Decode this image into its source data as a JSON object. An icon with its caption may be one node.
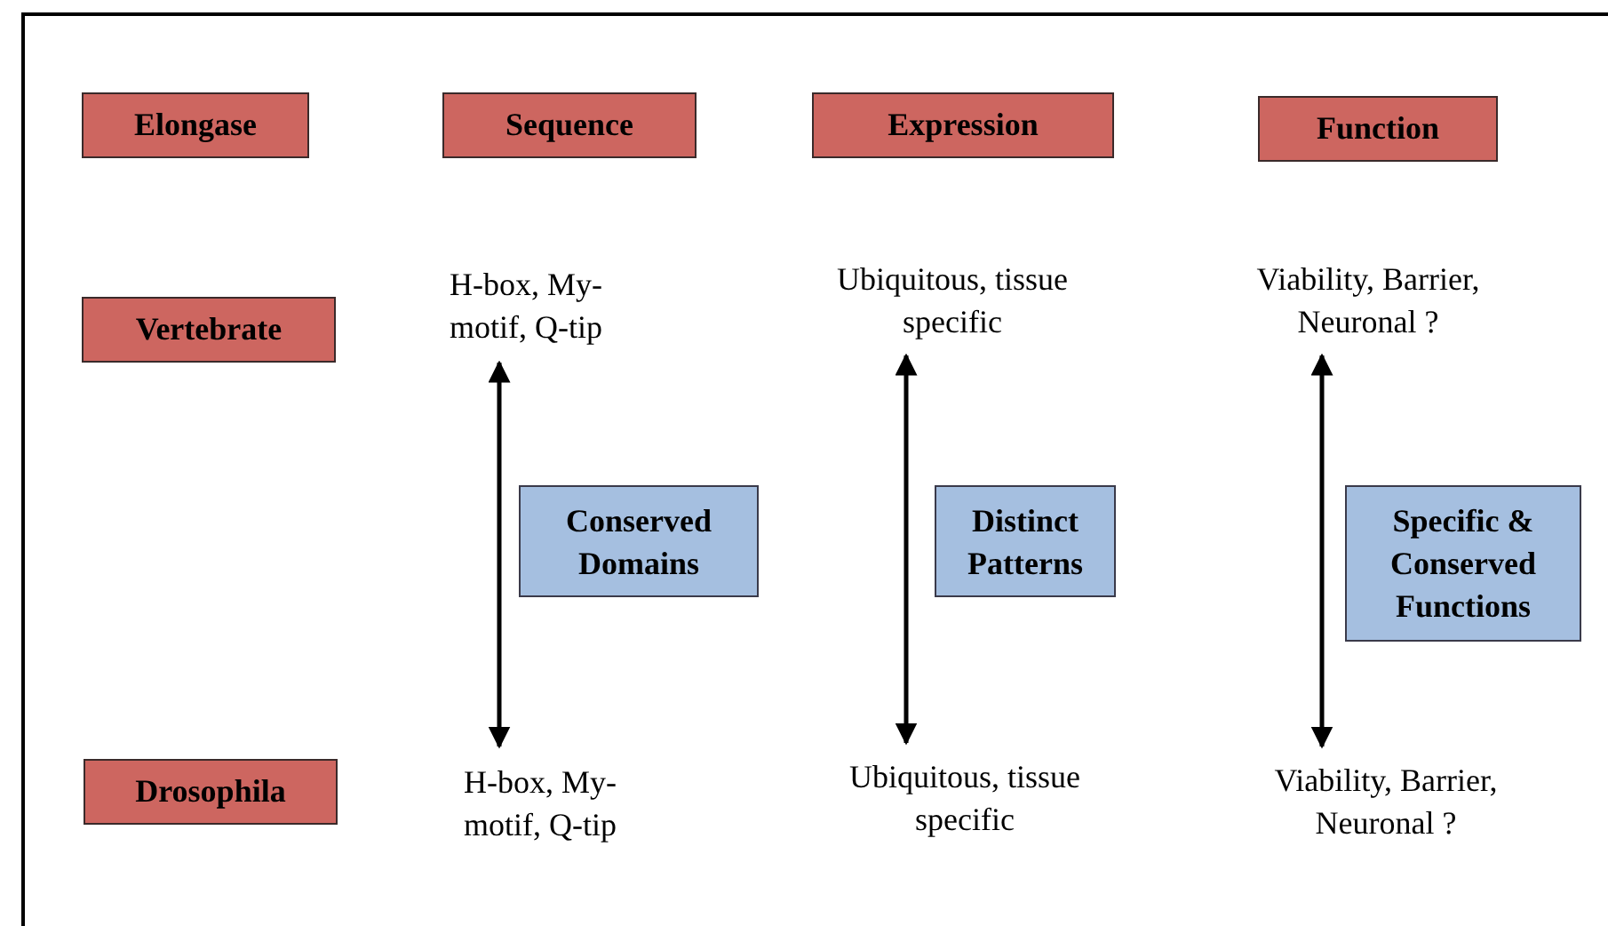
{
  "diagram": {
    "nodes": [
      {
        "text": [
          "Elongase"
        ]
      },
      {
        "text": [
          "Sequence"
        ]
      },
      {
        "text": [
          "Expression"
        ]
      },
      {
        "text": [
          "Function"
        ]
      },
      {
        "text": [
          "Vertebrate"
        ]
      },
      {
        "text": [
          "H-box, My-motif, Q-tip"
        ]
      },
      {
        "text": [
          "Ubiquitous, tissue specific"
        ]
      },
      {
        "text": [
          "Viability, Barrier, Neuronal ?"
        ]
      },
      {
        "text": [
          "Conserved Domains"
        ]
      },
      {
        "text": [
          "Distinct Patterns"
        ]
      },
      {
        "text": [
          "Specific & Conserved Functions"
        ]
      },
      {
        "text": [
          "Drosophila"
        ]
      },
      {
        "text": [
          "H-box, My-motif, Q-tip"
        ]
      },
      {
        "text": [
          "Ubiquitous, tissue specific"
        ]
      },
      {
        "text": [
          "Viability, Barrier, Neuronal ?"
        ]
      }
    ],
    "edges": [
      {
        "from": 5,
        "to": 12,
        "arrow": "both"
      },
      {
        "from": 6,
        "to": 13,
        "arrow": "both"
      },
      {
        "from": 7,
        "to": 14,
        "arrow": "both"
      }
    ]
  }
}
